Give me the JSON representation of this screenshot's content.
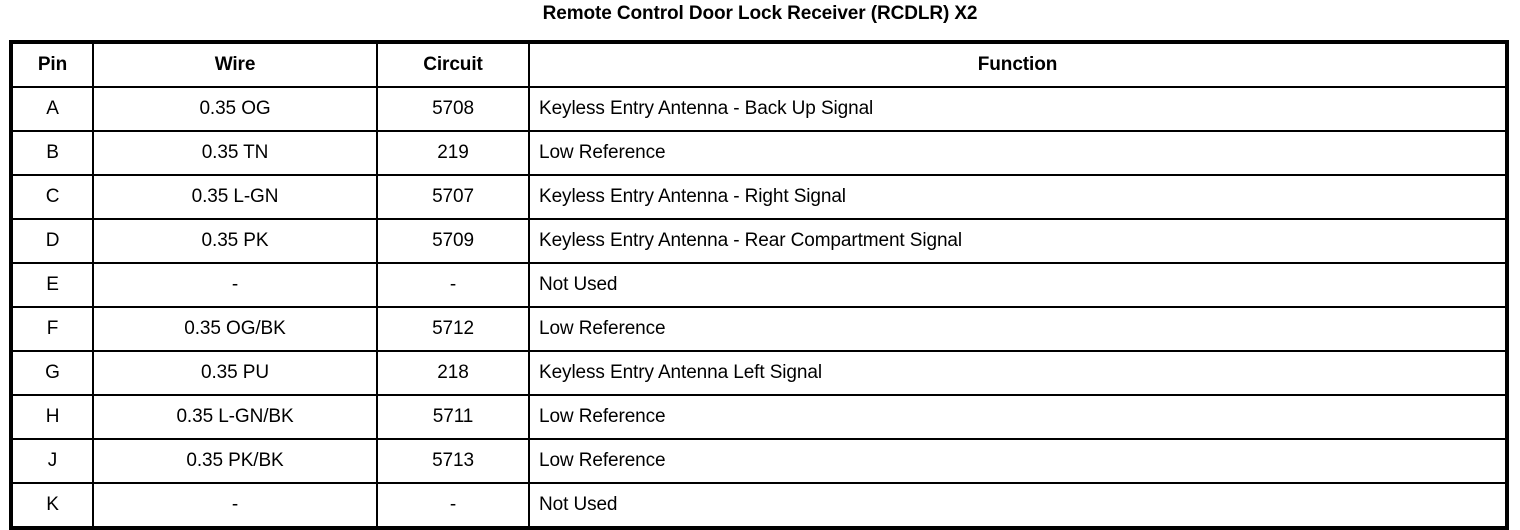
{
  "title": "Remote Control Door Lock Receiver (RCDLR) X2",
  "table": {
    "headers": {
      "pin": "Pin",
      "wire": "Wire",
      "circuit": "Circuit",
      "function": "Function"
    },
    "rows": [
      {
        "pin": "A",
        "wire": "0.35 OG",
        "circuit": "5708",
        "function": "Keyless Entry Antenna - Back Up Signal"
      },
      {
        "pin": "B",
        "wire": "0.35 TN",
        "circuit": "219",
        "function": "Low Reference"
      },
      {
        "pin": "C",
        "wire": "0.35 L-GN",
        "circuit": "5707",
        "function": "Keyless Entry Antenna - Right Signal"
      },
      {
        "pin": "D",
        "wire": "0.35 PK",
        "circuit": "5709",
        "function": "Keyless Entry Antenna - Rear Compartment Signal"
      },
      {
        "pin": "E",
        "wire": "-",
        "circuit": "-",
        "function": "Not Used"
      },
      {
        "pin": "F",
        "wire": "0.35 OG/BK",
        "circuit": "5712",
        "function": "Low Reference"
      },
      {
        "pin": "G",
        "wire": "0.35 PU",
        "circuit": "218",
        "function": "Keyless Entry Antenna Left Signal"
      },
      {
        "pin": "H",
        "wire": "0.35 L-GN/BK",
        "circuit": "5711",
        "function": "Low Reference"
      },
      {
        "pin": "J",
        "wire": "0.35 PK/BK",
        "circuit": "5713",
        "function": "Low Reference"
      },
      {
        "pin": "K",
        "wire": "-",
        "circuit": "-",
        "function": "Not Used"
      }
    ]
  },
  "colors": {
    "border": "#000000",
    "text": "#000000",
    "background": "#ffffff"
  }
}
